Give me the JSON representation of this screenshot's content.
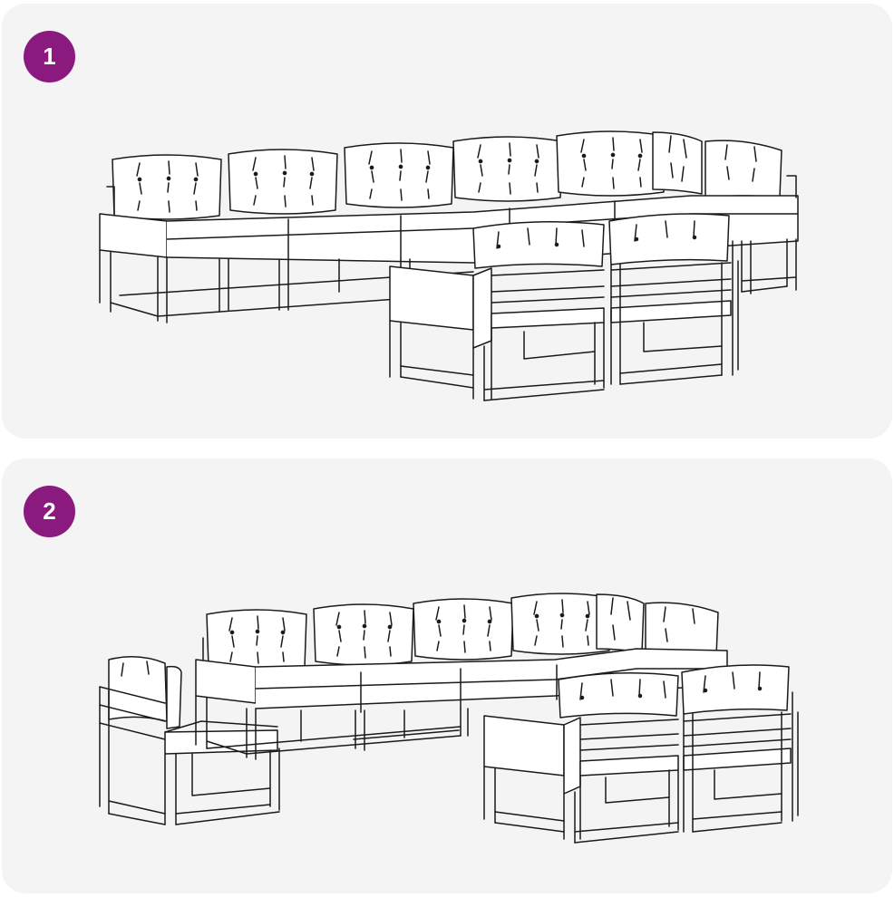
{
  "steps": [
    {
      "number": "1"
    },
    {
      "number": "2"
    }
  ],
  "colors": {
    "badge": "#8a1a7e",
    "panel_background": "#f4f4f4",
    "line": "#1a1a1a",
    "fill": "#ffffff"
  },
  "icons": {
    "step1": "assembled-sofa-set-illustration",
    "step2": "separated-sofa-modules-illustration"
  }
}
